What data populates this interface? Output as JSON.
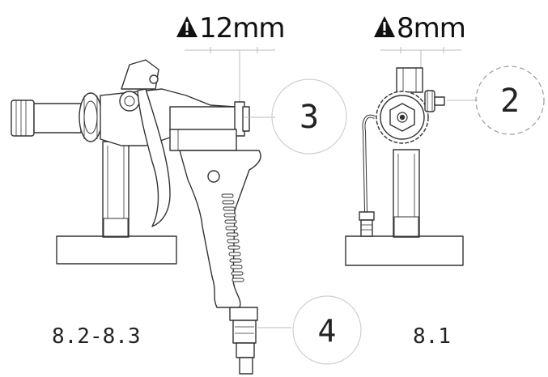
{
  "warnings": {
    "left": {
      "text": "12mm",
      "icon": "warning-triangle-icon"
    },
    "right": {
      "text": "8mm",
      "icon": "warning-triangle-icon"
    }
  },
  "callouts": {
    "c2": "2",
    "c3": "3",
    "c4": "4"
  },
  "figure_labels": {
    "left": "8.2-8.3",
    "right": "8.1"
  },
  "colors": {
    "line": "#333333",
    "light_line": "#bbbbbb",
    "callout_circle": "#cfcfcf",
    "text": "#222222"
  }
}
